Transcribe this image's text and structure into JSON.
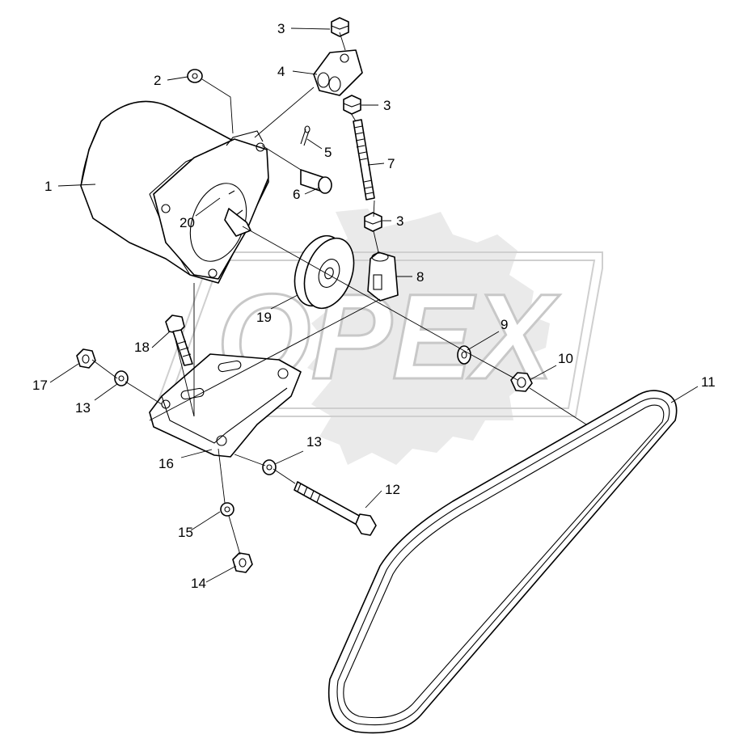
{
  "watermark": {
    "text": "OPEX"
  },
  "callouts": [
    {
      "id": "c1",
      "label": "1"
    },
    {
      "id": "c2",
      "label": "2"
    },
    {
      "id": "c3a",
      "label": "3"
    },
    {
      "id": "c3b",
      "label": "3"
    },
    {
      "id": "c3c",
      "label": "3"
    },
    {
      "id": "c4",
      "label": "4"
    },
    {
      "id": "c5",
      "label": "5"
    },
    {
      "id": "c6",
      "label": "6"
    },
    {
      "id": "c7",
      "label": "7"
    },
    {
      "id": "c8",
      "label": "8"
    },
    {
      "id": "c9",
      "label": "9"
    },
    {
      "id": "c10",
      "label": "10"
    },
    {
      "id": "c11",
      "label": "11"
    },
    {
      "id": "c12",
      "label": "12"
    },
    {
      "id": "c13a",
      "label": "13"
    },
    {
      "id": "c13b",
      "label": "13"
    },
    {
      "id": "c14",
      "label": "14"
    },
    {
      "id": "c15",
      "label": "15"
    },
    {
      "id": "c16",
      "label": "16"
    },
    {
      "id": "c17",
      "label": "17"
    },
    {
      "id": "c18",
      "label": "18"
    },
    {
      "id": "c19",
      "label": "19"
    },
    {
      "id": "c20",
      "label": "20"
    }
  ]
}
